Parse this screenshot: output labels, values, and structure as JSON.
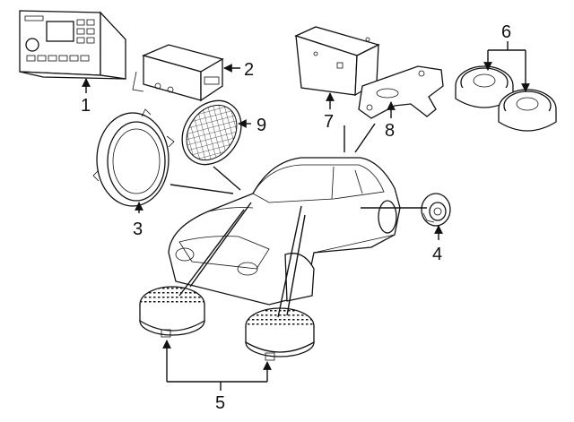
{
  "callouts": [
    "1",
    "2",
    "3",
    "4",
    "5",
    "6",
    "7",
    "8",
    "9"
  ],
  "parts": [
    {
      "callout": "1",
      "icon": "radio-receiver-icon"
    },
    {
      "callout": "2",
      "icon": "amplifier-module-icon"
    },
    {
      "callout": "3",
      "icon": "door-speaker-icon"
    },
    {
      "callout": "4",
      "icon": "tweeter-icon"
    },
    {
      "callout": "5",
      "icon": "rear-speaker-icon"
    },
    {
      "callout": "6",
      "icon": "front-speaker-pair-icon"
    },
    {
      "callout": "7",
      "icon": "control-module-icon"
    },
    {
      "callout": "8",
      "icon": "mounting-bracket-icon"
    },
    {
      "callout": "9",
      "icon": "speaker-grille-icon"
    }
  ],
  "colors": {
    "line": "#111111",
    "background": "#ffffff"
  }
}
